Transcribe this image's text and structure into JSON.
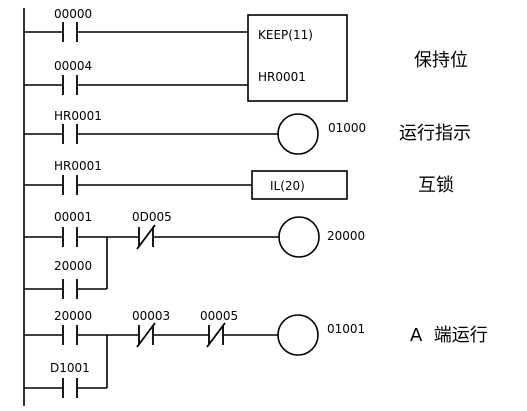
{
  "contacts": {
    "r1_no": "00000",
    "r2_no": "00004",
    "r3_no": "HR0001",
    "r4_no": "HR0001",
    "r5_no": "00001",
    "r5_nc": "0D005",
    "r5_branch": "20000",
    "r6_no": "20000",
    "r6_nc1": "00003",
    "r6_nc2": "00005",
    "r6_branch": "D1001"
  },
  "outputs": {
    "keep_set": "KEEP(11)",
    "keep_reset": "HR0001",
    "coil_run_indicator": "01000",
    "interlock": "IL(20)",
    "coil_hold": "20000",
    "coil_a_run": "01001"
  },
  "annotations": {
    "hold": "保持位",
    "run_indicator": "运行指示",
    "interlock": "互锁",
    "a_end_run": "A  端运行"
  }
}
